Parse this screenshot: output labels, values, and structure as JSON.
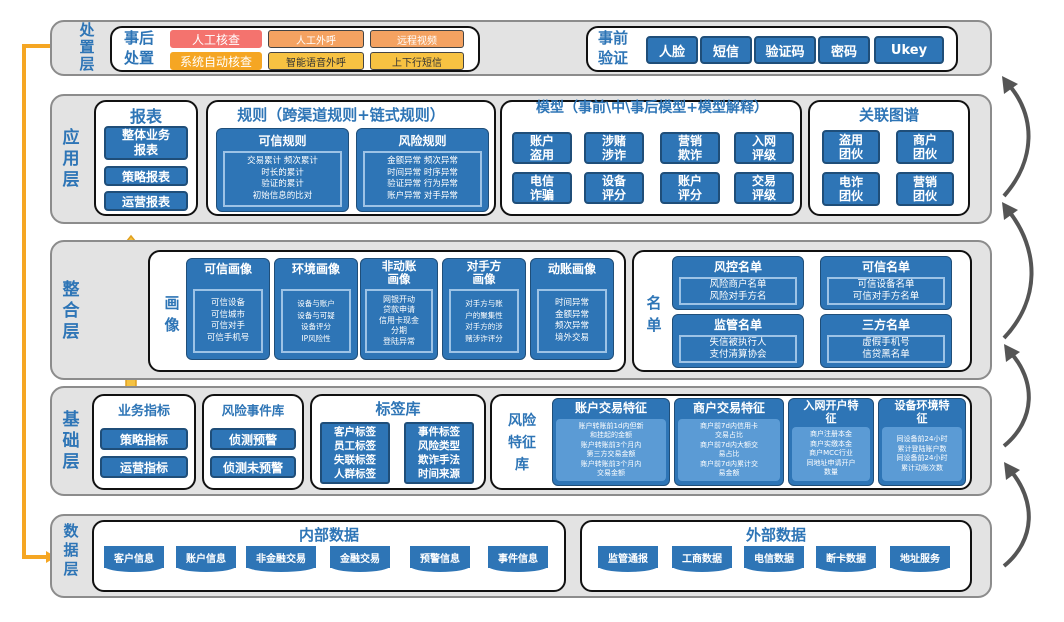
{
  "layers": {
    "l1": "处\n置\n层",
    "l2": "应\n用\n层",
    "l3": "整\n合\n层",
    "l4": "基\n础\n层",
    "l5": "数\n据\n层"
  },
  "disposal": {
    "post_title": "事后\n处置",
    "manual_review": "人工核查",
    "manual_call": "人工外呼",
    "remote_video": "远程视频",
    "auto_review": "系统自动核查",
    "smart_voice": "智能语音外呼",
    "sms": "上下行短信",
    "pre_title": "事前\n验证",
    "pre_items": [
      "人脸",
      "短信",
      "验证码",
      "密码",
      "Ukey"
    ]
  },
  "application": {
    "reports_title": "报表",
    "reports": [
      "整体业务\n报表",
      "策略报表",
      "运营报表"
    ],
    "rules_title": "规则（跨渠道规则+链式规则）",
    "trust_rules_title": "可信规则",
    "trust_rules_body": "交易累计    频次累计\n时长的累计\n验证的累计\n初始信息的比对",
    "risk_rules_title": "风险规则",
    "risk_rules_body": "金额异常    频次异常\n时间异常    时序异常\n验证异常    行为异常\n账户异常    对手异常",
    "models_title": "模型（事前\\中\\事后模型+模型解释）",
    "models": [
      "账户\n盗用",
      "涉赌\n涉诈",
      "营销\n欺诈",
      "入网\n评级",
      "电信\n诈骗",
      "设备\n评分",
      "账户\n评分",
      "交易\n评级"
    ],
    "graph_title": "关联图谱",
    "graph": [
      "盗用\n团伙",
      "商户\n团伙",
      "电诈\n团伙",
      "营销\n团伙"
    ]
  },
  "integration": {
    "profile_label": "画\n像",
    "profiles": [
      {
        "title": "可信画像",
        "body": "可信设备\n可信城市\n可信对手\n可信手机号"
      },
      {
        "title": "环境画像",
        "body": "设备与账户\n设备与可疑\n设备评分\nIP风险性"
      },
      {
        "title": "非动账\n画像",
        "body": "网银开动\n贷款申请\n信用卡现金\n分期\n登陆异常"
      },
      {
        "title": "对手方\n画像",
        "body": "对手方与账\n户的聚集性\n对手方的涉\n赌涉诈评分"
      },
      {
        "title": "动账画像",
        "body": "时间异常\n金额异常\n频次异常\n境外交易"
      }
    ],
    "list_label": "名\n单",
    "lists": [
      {
        "title": "风控名单",
        "body": "风险商户名单\n风险对手方名"
      },
      {
        "title": "可信名单",
        "body": "可信设备名单\n可信对手方名单"
      },
      {
        "title": "监管名单",
        "body": "失信被执行人\n支付清算协会"
      },
      {
        "title": "三方名单",
        "body": "虚假手机号\n信贷黑名单"
      }
    ]
  },
  "foundation": {
    "biz_title": "业务指标",
    "biz": [
      "策略指标",
      "运营指标"
    ],
    "event_title": "风险事件库",
    "events": [
      "侦测预警",
      "侦测未预警"
    ],
    "tags_title": "标签库",
    "tags_left": "客户标签\n员工标签\n失联标签\n人群标签",
    "tags_right": "事件标签\n风险类型\n欺诈手法\n时间来源",
    "feature_label": "风险\n特征\n库",
    "features": [
      {
        "title": "账户交易特征",
        "body": "账户转账前1d内但新\n和挂起的金额\n账户转账前3个月内\n第三方交易金额\n账户转账前3个月内\n交易金额"
      },
      {
        "title": "商户交易特征",
        "body": "商户前7d内信用卡\n交易占比\n商户前7d内大额交\n易占比\n商户前7d内累计交\n易金额"
      },
      {
        "title": "入网开户特\n征",
        "body": "商户注册本金\n商户实缴本金\n商户MCC行业\n同地址申请开户\n数量"
      },
      {
        "title": "设备环境特\n征",
        "body": "同设备前24小时\n累计登陆账户数\n同设备前24小时\n累计动账次数"
      }
    ]
  },
  "data_layer": {
    "internal_title": "内部数据",
    "internal": [
      "客户信息",
      "账户信息",
      "非金融交易",
      "金融交易",
      "预警信息",
      "事件信息"
    ],
    "external_title": "外部数据",
    "external": [
      "监管通报",
      "工商数据",
      "电信数据",
      "断卡数据",
      "地址服务"
    ]
  },
  "colors": {
    "primary": "#2e75b6",
    "dark": "#1f4e79",
    "layer_bg": "#e3e3e3",
    "orange": "#f5a623",
    "red": "#f4736e"
  }
}
